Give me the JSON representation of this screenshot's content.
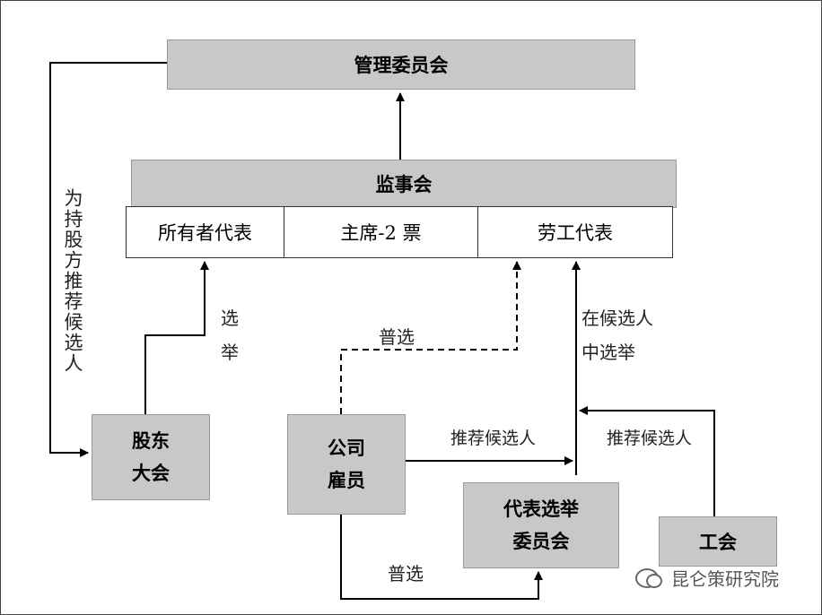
{
  "nodes": {
    "management_committee": "管理委员会",
    "supervisory_board": "监事会",
    "owner_rep": "所有者代表",
    "chairman": "主席-2 票",
    "labor_rep": "劳工代表",
    "shareholders_meeting": "股东\n大会",
    "company_employees": "公司\n雇员",
    "rep_election_committee": "代表选举\n委员会",
    "union": "工会"
  },
  "edge_labels": {
    "shareholder_nominate": "为持股方推荐候选人",
    "elect": "选\n举",
    "general_vote_top": "普选",
    "choose_from_candidates": "在候选人\n中选举",
    "recommend_candidates_employees": "推荐候选人",
    "recommend_candidates_union": "推荐候选人",
    "general_vote_bottom": "普选"
  },
  "watermark": "昆仑策研究院",
  "colors": {
    "box_fill": "#c8c8c8",
    "line": "#000000"
  }
}
